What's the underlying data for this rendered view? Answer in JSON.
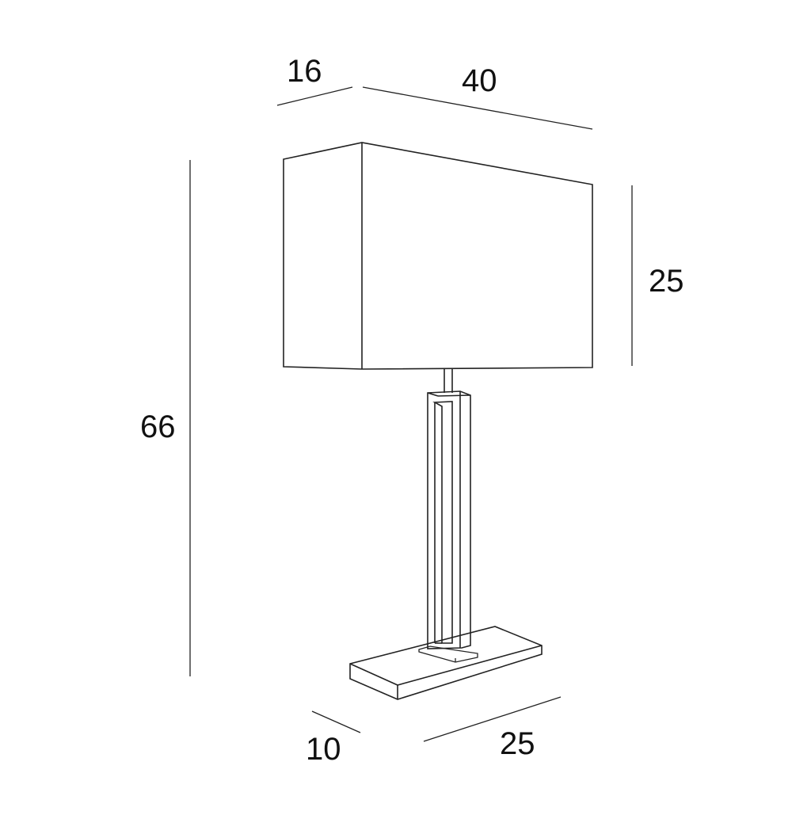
{
  "dimensions": {
    "depth_top": "16",
    "width_top": "40",
    "shade_height": "25",
    "total_height": "66",
    "base_depth": "10",
    "base_width": "25"
  }
}
